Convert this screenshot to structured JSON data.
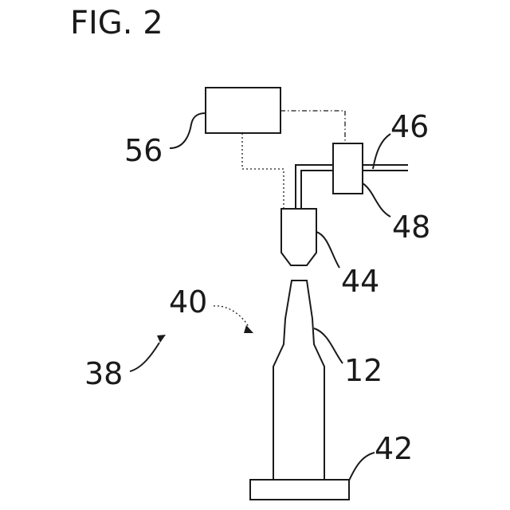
{
  "figure": {
    "title": "FIG. 2"
  },
  "labels": {
    "controller": "56",
    "supply_line": "46",
    "valve": "48",
    "nozzle": "44",
    "bottle_region": "40",
    "system": "38",
    "bottle": "12",
    "base": "42"
  }
}
